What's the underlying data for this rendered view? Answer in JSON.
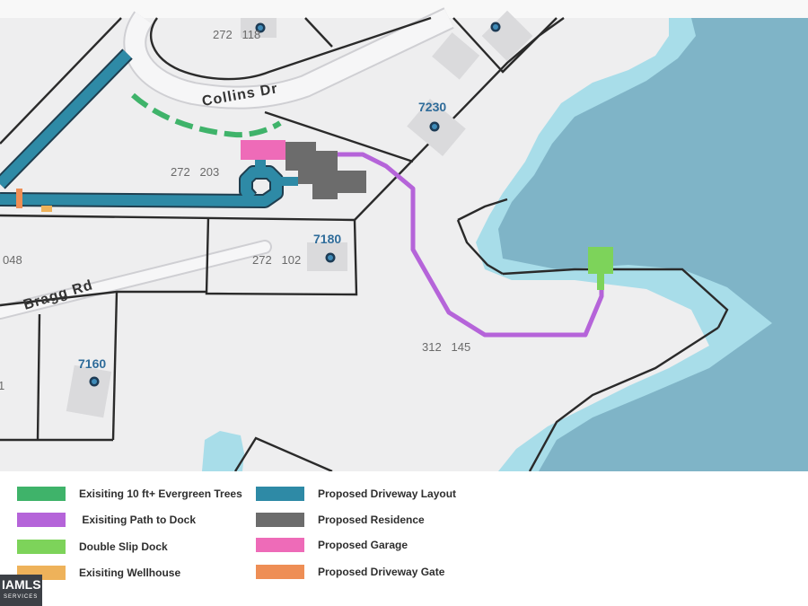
{
  "map": {
    "roads": {
      "collins": "Collins Dr",
      "bragg": "Bragg Rd"
    },
    "parcels": [
      {
        "id": "p1",
        "text": "272   118"
      },
      {
        "id": "p2",
        "text": "272   203"
      },
      {
        "id": "p3",
        "text": "272   102"
      },
      {
        "id": "p4",
        "text": "312   145"
      },
      {
        "id": "p5",
        "text": "048"
      },
      {
        "id": "p6",
        "text": "1"
      }
    ],
    "addresses": [
      {
        "id": "a1",
        "text": "7230"
      },
      {
        "id": "a2",
        "text": "7180"
      },
      {
        "id": "a3",
        "text": "7160"
      }
    ]
  },
  "legend": {
    "col1": [
      {
        "label": "Exisiting 10 ft+ Evergreen Trees",
        "color": "#3fb36a"
      },
      {
        "label": " Exisiting Path to Dock",
        "color": "#b564d9"
      },
      {
        "label": "Double Slip Dock",
        "color": "#7dd35a"
      },
      {
        "label": "Exisiting Wellhouse",
        "color": "#eeb25a"
      }
    ],
    "col2": [
      {
        "label": "Proposed Driveway Layout",
        "color": "#2e8aa6"
      },
      {
        "label": "Proposed Residence",
        "color": "#6c6c6c"
      },
      {
        "label": "Proposed Garage",
        "color": "#ee6bb8"
      },
      {
        "label": "Proposed Driveway Gate",
        "color": "#ee8e55"
      }
    ]
  },
  "colors": {
    "water_deep": "#7fb4c7",
    "water_shallow": "#a8dde9",
    "land": "#eeeeef",
    "property_line": "#2a2a2a"
  },
  "badge": {
    "main": "IAMLS",
    "sub": "SERVICES"
  }
}
